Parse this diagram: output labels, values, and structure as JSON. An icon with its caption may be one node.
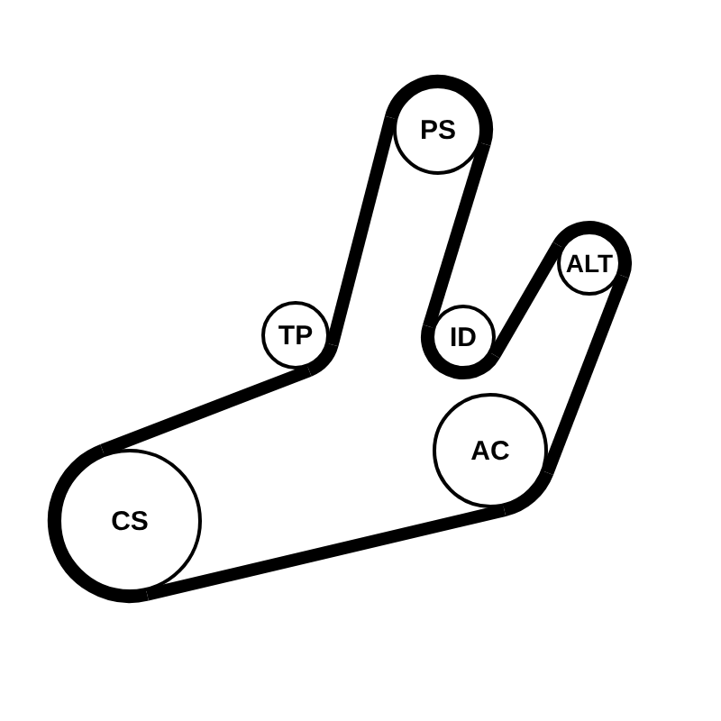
{
  "diagram": {
    "nodes": [
      {
        "text": [
          "PS"
        ]
      },
      {
        "text": [
          "ALT"
        ]
      },
      {
        "text": [
          "TP"
        ]
      },
      {
        "text": [
          "ID"
        ]
      },
      {
        "text": [
          "AC"
        ]
      },
      {
        "text": [
          "CS"
        ]
      }
    ],
    "edges": [
      {
        "from": 5,
        "to": 2,
        "arrow": "none"
      },
      {
        "from": 2,
        "to": 0,
        "arrow": "none"
      },
      {
        "from": 0,
        "to": 3,
        "arrow": "none"
      },
      {
        "from": 3,
        "to": 1,
        "arrow": "none"
      },
      {
        "from": 1,
        "to": 4,
        "arrow": "none"
      },
      {
        "from": 4,
        "to": 5,
        "arrow": "none"
      }
    ]
  }
}
